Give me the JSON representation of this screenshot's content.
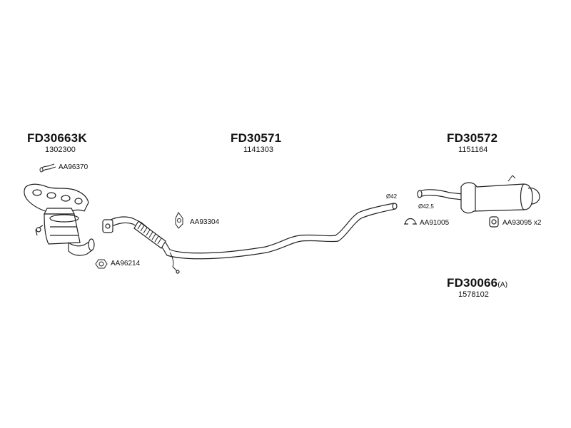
{
  "groups": [
    {
      "code": "FD30663K",
      "oe": "1302300"
    },
    {
      "code": "FD30571",
      "oe": "1141303"
    },
    {
      "code": "FD30572",
      "oe": "1151164"
    },
    {
      "code": "FD30066",
      "suffix": "(A)",
      "oe": "1578102"
    }
  ],
  "accessories": [
    {
      "code": "AA96370",
      "icon": "bolt-icon"
    },
    {
      "code": "AA93304",
      "icon": "gasket-icon"
    },
    {
      "code": "AA96214",
      "icon": "gasket-icon"
    },
    {
      "code": "AA91005",
      "icon": "clamp-icon"
    },
    {
      "code": "AA93095 x2",
      "icon": "rubber-mount-icon"
    }
  ],
  "diameters": [
    "Ø42",
    "Ø42,5"
  ]
}
